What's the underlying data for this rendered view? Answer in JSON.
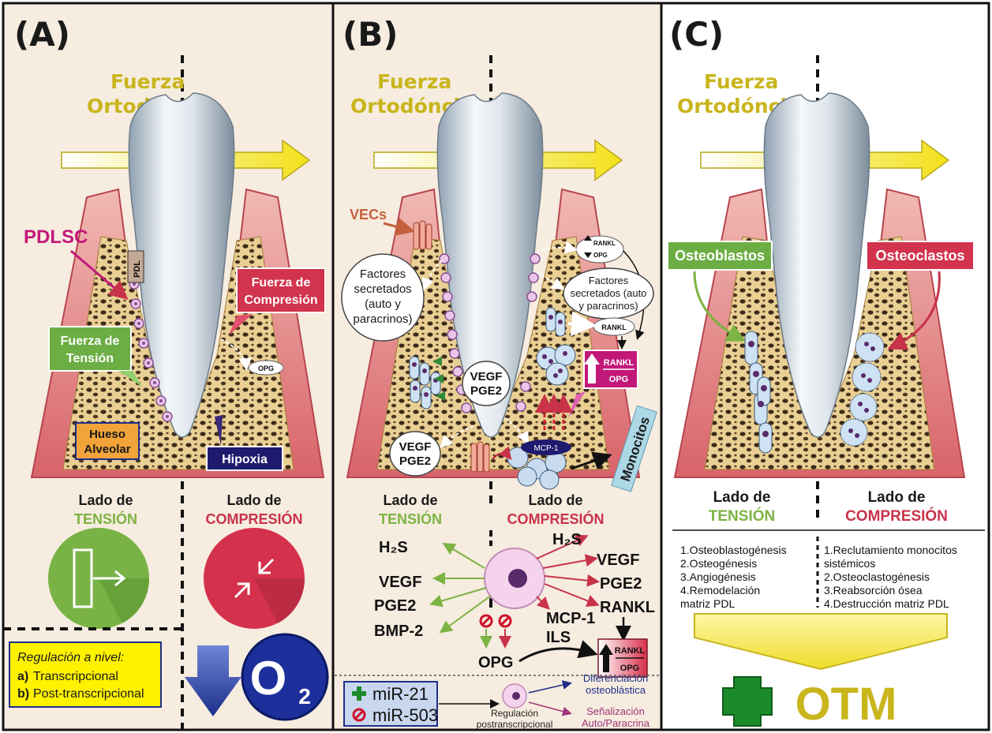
{
  "panels": {
    "a": {
      "label": "(A)",
      "title_line1": "Fuerza",
      "title_line2": "Ortodóncica",
      "pdlsc": "PDLSC",
      "pdl": "PDL",
      "compresion_box_l1": "Fuerza de",
      "compresion_box_l2": "Compresión",
      "tension_box_l1": "Fuerza de",
      "tension_box_l2": "Tensión",
      "opg": "OPG",
      "hueso_l1": "Hueso",
      "hueso_l2": "Alveolar",
      "hipoxia": "Hipoxia",
      "side_left_l1": "Lado de",
      "side_left_l2": "TENSIÓN",
      "side_right_l1": "Lado de",
      "side_right_l2": "COMPRESIÓN",
      "regulacion_title": "Regulación a nivel:",
      "reg_a_key": "a)",
      "reg_a_val": "Transcripcional",
      "reg_b_key": "b)",
      "reg_b_val": "Post-transcripcional",
      "o2_main": "O",
      "o2_sub": "2"
    },
    "b": {
      "label": "(B)",
      "title_line1": "Fuerza",
      "title_line2": "Ortodóncica",
      "vecs": "VECs",
      "factores_left": [
        "Factores",
        "secretados",
        "(auto y",
        "paracrinos)"
      ],
      "factores_right": [
        "Factores",
        "secretados (auto",
        "y paracrinos)"
      ],
      "rankl_opg_small_top": "RANKL",
      "rankl_opg_small_bottom": "OPG",
      "rankl_small": "RANKL",
      "rankl_box_top": "RANKL",
      "rankl_box_bottom": "OPG",
      "vegf_pge2_top_l1": "VEGF",
      "vegf_pge2_top_l2": "PGE2",
      "vegf_pge2_bot_l1": "VEGF",
      "vegf_pge2_bot_l2": "PGE2",
      "mcp1_label": "MCP-1",
      "monocitos": "Monocitos",
      "side_left_l1": "Lado de",
      "side_left_l2": "TENSIÓN",
      "side_right_l1": "Lado de",
      "side_right_l2": "COMPRESIÓN",
      "left_factors": [
        "H₂S",
        "VEGF",
        "PGE2",
        "BMP-2"
      ],
      "right_factors": [
        "H₂S",
        "VEGF",
        "PGE2",
        "RANKL",
        "MCP-1",
        "ILS"
      ],
      "opg_bottom": "OPG",
      "rankl_bottom_top": "RANKL",
      "rankl_bottom_bottom": "OPG",
      "mir21": "miR-21",
      "mir503": "miR-503",
      "regulacion_l1": "Regulación",
      "regulacion_l2": "postranscripcional",
      "diferenciacion_l1": "Diferenciación",
      "diferenciacion_l2": "osteoblástica",
      "senalizacion_l1": "Señalización",
      "senalizacion_l2": "Auto/Paracrina"
    },
    "c": {
      "label": "(C)",
      "title_line1": "Fuerza",
      "title_line2": "Ortodóncica",
      "osteoblastos": "Osteoblastos",
      "osteoclastos": "Osteoclastos",
      "side_left_l1": "Lado de",
      "side_left_l2": "TENSIÓN",
      "side_right_l1": "Lado de",
      "side_right_l2": "COMPRESIÓN",
      "left_list": [
        "1.Osteoblastogénesis",
        "2.Osteogénesis",
        "3.Angiogénesis",
        "4.Remodelación",
        "matriz PDL"
      ],
      "right_list": [
        "1.Reclutamiento monocitos",
        "sistémicos",
        "2.Osteoclastogénesis",
        "3.Reabsorción ósea",
        "4.Destrucción matriz PDL"
      ],
      "otm": "OTM"
    }
  },
  "colors": {
    "title_yellow": "#c9b51c",
    "tension_green": "#7cb342",
    "compression_red": "#c8334a",
    "magenta": "#c2187a",
    "navy": "#1f2f8a"
  }
}
